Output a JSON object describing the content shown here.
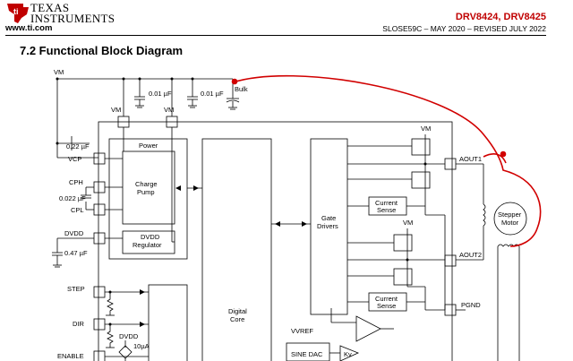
{
  "header": {
    "brand_line1": "TEXAS",
    "brand_line2": "INSTRUMENTS",
    "url": "www.ti.com",
    "part_numbers": "DRV8424, DRV8425",
    "revision": "SLOSE59C – MAY 2020 – REVISED JULY 2022"
  },
  "section": {
    "title": "7.2 Functional Block Diagram"
  },
  "diagram": {
    "labels": {
      "vm_top": "VM",
      "cap1": "0.01 µF",
      "cap2": "0.01 µF",
      "bulk": "Bulk",
      "vm_pin1": "VM",
      "vm_pin2": "VM",
      "cap_vcp": "0.22 µF",
      "vcp": "VCP",
      "power": "Power",
      "charge_pump_1": "Charge",
      "charge_pump_2": "Pump",
      "cph": "CPH",
      "cap_cp": "0.022 µF",
      "cpl": "CPL",
      "dvdd": "DVDD",
      "dvdd_reg_1": "DVDD",
      "dvdd_reg_2": "Regulator",
      "cap_dvdd": "0.47 µF",
      "step": "STEP",
      "dir": "DIR",
      "enable": "ENABLE",
      "dvdd2": "DVDD",
      "current_src": "10µA",
      "digital_core_1": "Digital",
      "digital_core_2": "Core",
      "gate_drivers_1": "Gate",
      "gate_drivers_2": "Drivers",
      "vm_hb1": "VM",
      "vm_hb2": "VM",
      "current_sense_1a": "Current",
      "current_sense_1b": "Sense",
      "current_sense_2a": "Current",
      "current_sense_2b": "Sense",
      "aout1": "AOUT1",
      "aout2": "AOUT2",
      "pgnd": "PGND",
      "motor_1": "Stepper",
      "motor_2": "Motor",
      "vvref": "VVREF",
      "sine_dac": "SINE DAC",
      "kv": "Kv"
    },
    "colors": {
      "annotation": "#d10000",
      "line": "#000000"
    }
  }
}
